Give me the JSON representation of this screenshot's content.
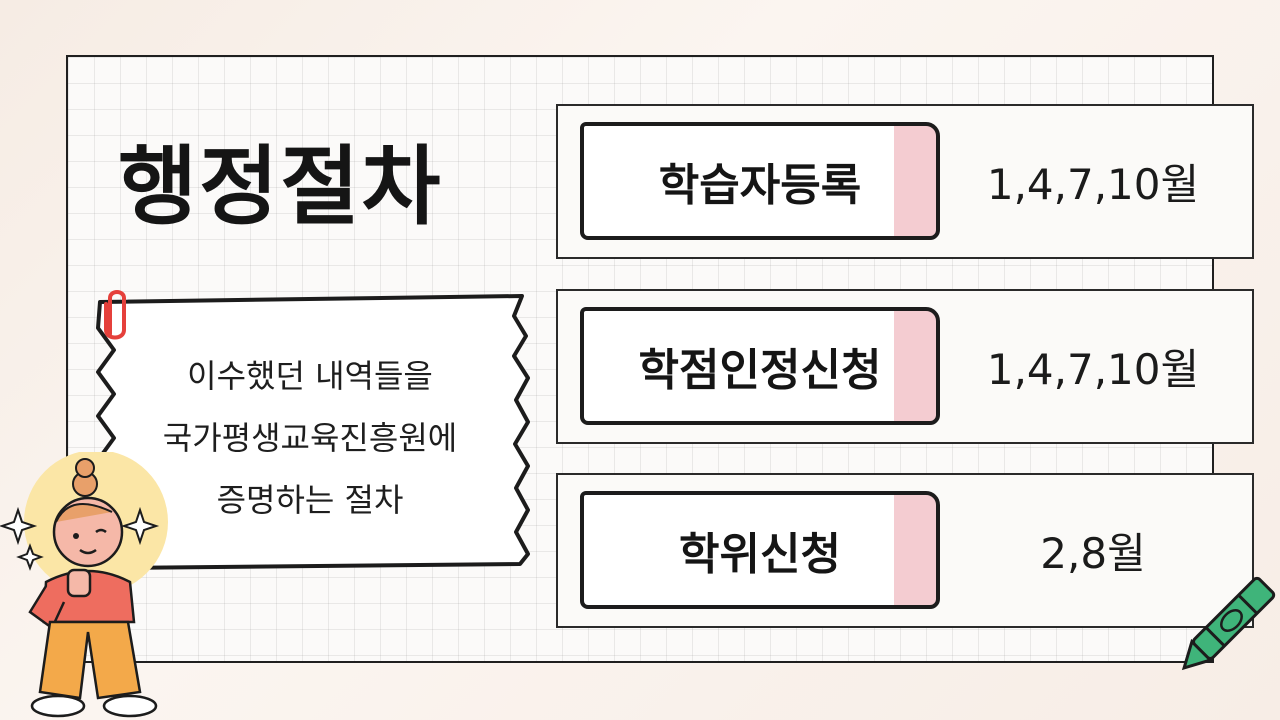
{
  "title": "행정절차",
  "note": {
    "lines": [
      "이수했던 내역들을",
      "국가평생교육진흥원에",
      "증명하는 절차"
    ]
  },
  "rows": [
    {
      "label": "학습자등록",
      "value": "1,4,7,10월"
    },
    {
      "label": "학점인정신청",
      "value": "1,4,7,10월"
    },
    {
      "label": "학위신청",
      "value": "2,8월"
    }
  ],
  "colors": {
    "accent_pink": "#f4ccd1",
    "paperclip": "#e5403b",
    "crayon_green": "#3fb47a"
  },
  "icons": [
    "paperclip-icon",
    "sparkle-icon",
    "crayon-icon",
    "thumbs-up-girl-illustration"
  ]
}
